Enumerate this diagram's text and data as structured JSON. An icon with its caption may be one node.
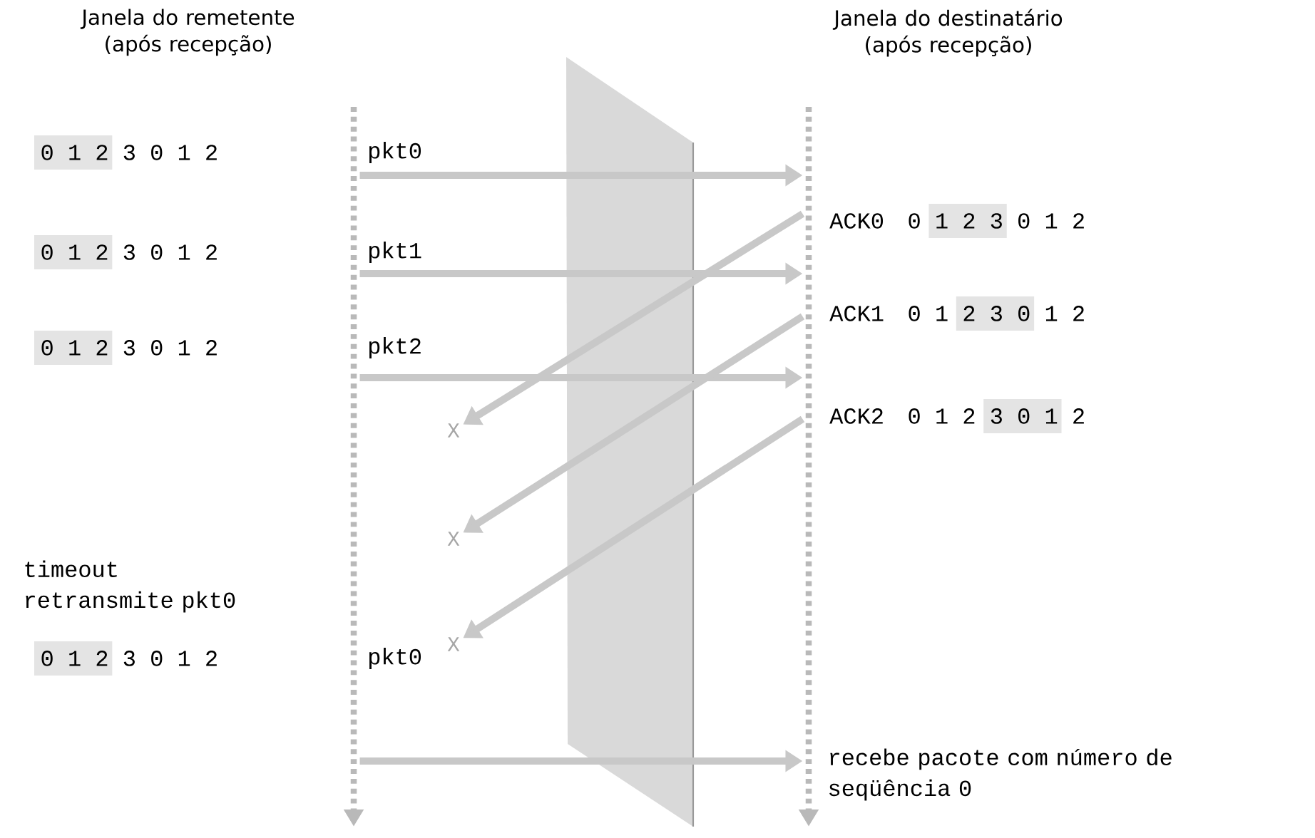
{
  "diagram": {
    "nodes": [
      {
        "text": [],
        "shape": "bar"
      },
      {
        "text": [],
        "shape": "bar"
      },
      {
        "text": [
          "X"
        ]
      },
      {
        "text": [
          "X"
        ]
      },
      {
        "text": [
          "X"
        ]
      }
    ],
    "edges": [
      {
        "from": 0,
        "to": 1,
        "arrow": "to",
        "label": "pkt0"
      },
      {
        "from": 0,
        "to": 1,
        "arrow": "to",
        "label": "pkt1"
      },
      {
        "from": 0,
        "to": 1,
        "arrow": "to",
        "label": "pkt2"
      },
      {
        "from": 1,
        "to": 2,
        "arrow": "to",
        "label": "ACK0"
      },
      {
        "from": 1,
        "to": 3,
        "arrow": "to",
        "label": "ACK1"
      },
      {
        "from": 1,
        "to": 4,
        "arrow": "to",
        "label": "ACK2"
      },
      {
        "from": 0,
        "to": 1,
        "arrow": "to",
        "label": "pkt0"
      }
    ],
    "labels": [
      "Janela do remetente (após recepção)",
      "Janela do destinatário (após recepção)",
      "0 1 2 3 0 1 2",
      "0 1 2 3 0 1 2",
      "0 1 2 3 0 1 2",
      "0 1 2 3 0 1 2",
      "0 1 2 3 0 1 2",
      "0 1 2 3 0 1 2",
      "timeout retransmite pkt0",
      "0 1 2 3 0 1 2",
      "recebe pacote com número de seqüência 0"
    ]
  }
}
